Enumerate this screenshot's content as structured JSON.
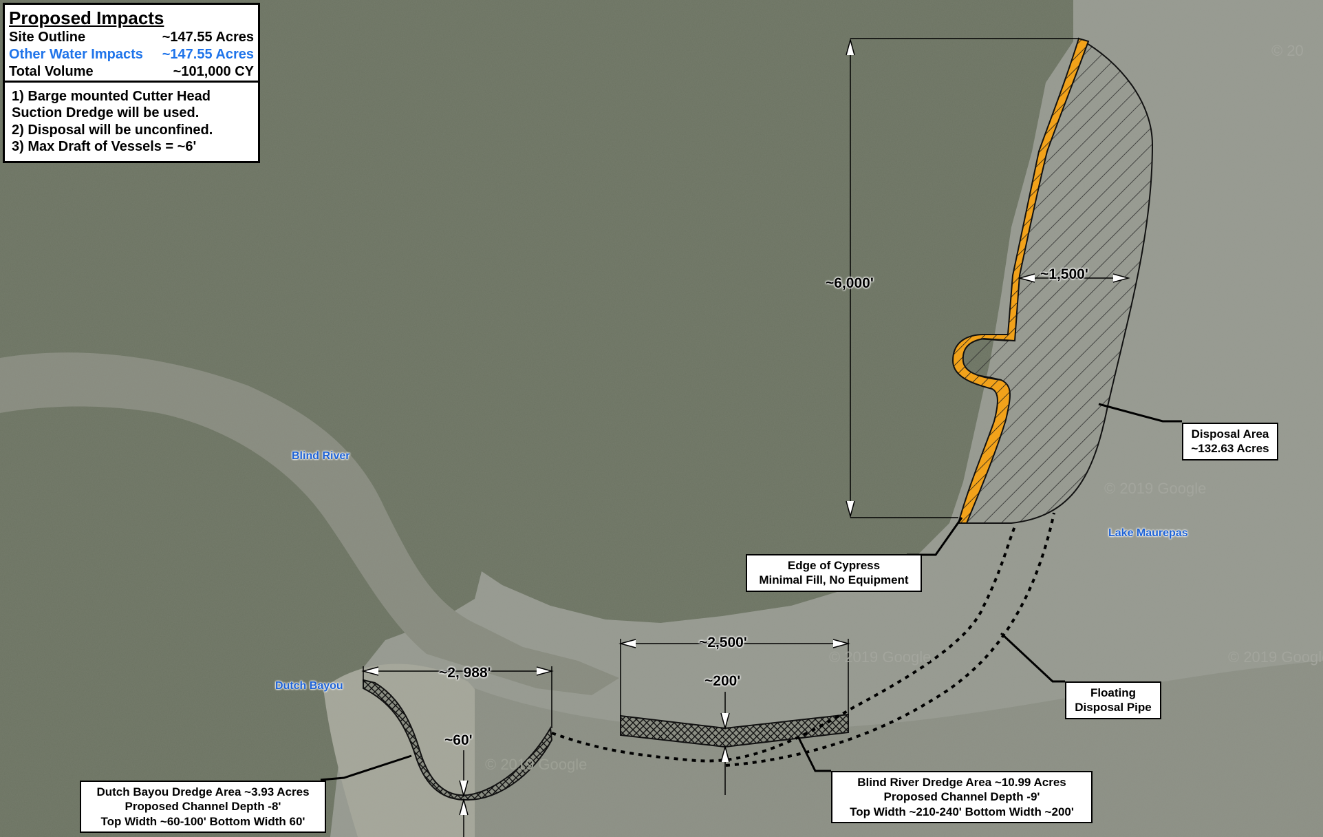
{
  "legend": {
    "title": "Proposed Impacts",
    "rows": [
      {
        "label": "Site Outline",
        "value": "~147.55 Acres",
        "color": "#000000"
      },
      {
        "label": "Other Water Impacts",
        "value": "~147.55 Acres",
        "color": "#1f74ea"
      },
      {
        "label": "Total Volume",
        "value": "~101,000 CY",
        "color": "#000000"
      }
    ],
    "notes": [
      "1) Barge mounted Cutter Head",
      "Suction Dredge will be used.",
      "2) Disposal will be unconfined.",
      "3) Max Draft of Vessels = ~6'"
    ]
  },
  "places": {
    "blind_river": "Blind River",
    "dutch_bayou": "Dutch Bayou",
    "lake_maurepas": "Lake Maurepas"
  },
  "dimensions": {
    "height": "~6,000'",
    "width": "~1,500'",
    "blind_river_length": "~2,500'",
    "blind_river_width": "~200'",
    "dutch_bayou_length": "~2, 988'",
    "dutch_bayou_width": "~60'"
  },
  "callouts": {
    "disposal_area": [
      "Disposal Area",
      "~132.63 Acres"
    ],
    "edge_of_cypress": [
      "Edge of Cypress",
      "Minimal Fill, No Equipment"
    ],
    "floating_pipe": [
      "Floating",
      "Disposal Pipe"
    ],
    "blind_river_dredge": [
      "Blind River Dredge Area ~10.99 Acres",
      "Proposed Channel Depth -9'",
      "Top Width ~210-240' Bottom Width ~200'"
    ],
    "dutch_bayou_dredge": [
      "Dutch Bayou Dredge Area ~3.93 Acres",
      "Proposed Channel Depth -8'",
      "Top Width ~60-100' Bottom Width 60'"
    ]
  },
  "watermarks": [
    "© 2019 Google",
    "© 2019 Google",
    "© 2019 Google",
    "© 2019 Google",
    "© 20"
  ],
  "colors": {
    "marsh": "#6d7463",
    "water": "#8a8d82",
    "lake": "#9a9d95",
    "cypress_edge": "#f2a21a",
    "hatch": "#333333"
  }
}
